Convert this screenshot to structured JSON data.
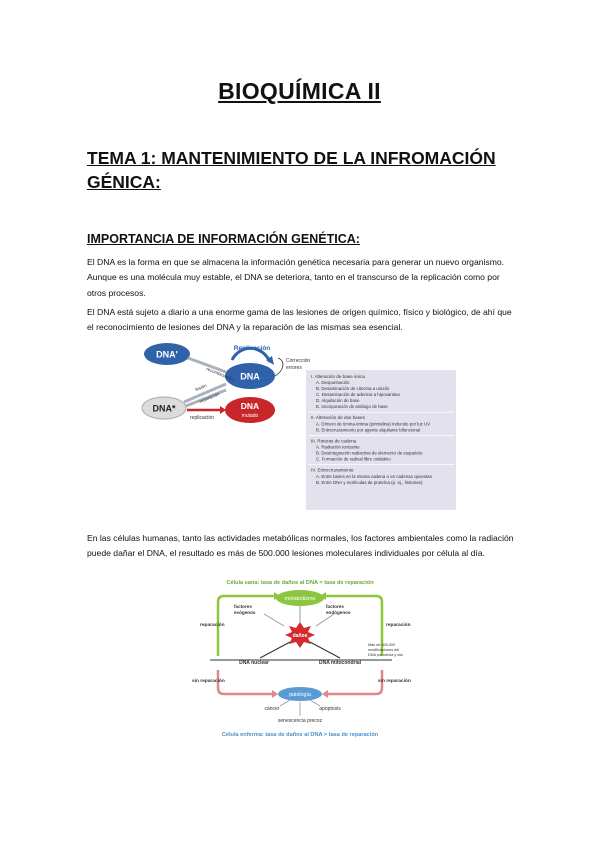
{
  "title": "BIOQUÍMICA II",
  "tema": "TEMA 1: MANTENIMIENTO DE LA INFROMACIÓN GÉNICA:",
  "section": "IMPORTANCIA DE INFORMACIÓN GENÉTICA:",
  "para1": "El DNA es la forma en que se almacena la información genética necesaria para generar un nuevo organismo. Aunque es una molécula muy estable, el DNA se deteriora, tanto en el transcurso de la replicación como por otros procesos.",
  "para2": "El DNA está sujeto a diario a una enorme gama de las lesiones de origen químico, físico y biológico, de ahí que el reconocimiento de lesiones del DNA y la reparación de las mismas sea esencial.",
  "para3": "En las células humanas, tanto las actividades metabólicas normales, los factores ambientales como la radiación puede dañar el DNA, el resultado es más de 500.000 lesiones moleculares individuales por célula al día.",
  "figure1": {
    "dna_prime": "DNA'",
    "dna": "DNA",
    "dna_star": "DNA*",
    "dna_mutado_1": "DNA",
    "dna_mutado_2": "mutado",
    "replicacion_top": "Replicación",
    "recombinacion": "recombinación",
    "lesion": "lesión",
    "reparacion": "reparación",
    "replicacion_bottom": "replicación",
    "correccion_1": "Corrección",
    "correccion_2": "errores",
    "box": [
      {
        "head": "I. Alteración de base única",
        "items": [
          "A. Despurinación",
          "B. Desaminación de citocina a uracilo",
          "C. Desaminación de adenina a hipoxantina",
          "D. Alquilación de base",
          "E. Incorporación de análogo de base"
        ]
      },
      {
        "head": "II. Alteración de dos bases",
        "items": [
          "A. Dímero de timina-timina (pirimidina) inducido por luz UV",
          "B. Entrecruzamiento por agente alquilante bifuncional"
        ]
      },
      {
        "head": "III. Roturas de cadena",
        "items": [
          "A. Radiación ionizante",
          "B. Desintegración radiactiva de elemento de esqueleto",
          "C. Formación de radical libre oxidativo"
        ]
      },
      {
        "head": "IV. Entrecruzamiento",
        "items": [
          "A. Entre bases en la misma cadena o en cadenas opuestas",
          "B. Entre DNA y moléculas de proteína (p. ej., histonas)"
        ]
      }
    ]
  },
  "figure2": {
    "top_caption": "Célula sana: tasa de daños al DNA = tasa de reparación",
    "bottom_caption": "Célula enferma: tasa de daños al DNA > tasa de reparación",
    "metabolismo": "metabolismo",
    "factores_exogenos_1": "factores",
    "factores_exogenos_2": "exógenos",
    "factores_endogenos_1": "factores",
    "factores_endogenos_2": "endógenos",
    "danos": "daños",
    "reparacion_left": "reparación",
    "reparacion_right": "reparación",
    "dna_nuclear": "DNA nuclear",
    "dna_mitocondrial": "DNA mitocondrial",
    "modificaciones_1": "Más de 500.000",
    "modificaciones_2": "modificaciones del",
    "modificaciones_3": "DNA por célula y día",
    "sin_reparacion_left": "sin reparación",
    "sin_reparacion_right": "sin reparación",
    "patologia": "patología",
    "cancer": "cáncer",
    "apoptosis": "apoptosis",
    "senescencia": "senescencia precoz"
  },
  "colors": {
    "dna_blue": "#2f62a8",
    "dna_red": "#c8262b",
    "box_bg": "#e3e1ee",
    "green_caption": "#6aa83a",
    "blue_caption": "#4a90c8",
    "metab_green": "#8cc63f",
    "damage_red": "#d42a2f",
    "patologia_blue": "#5a9bd4"
  }
}
